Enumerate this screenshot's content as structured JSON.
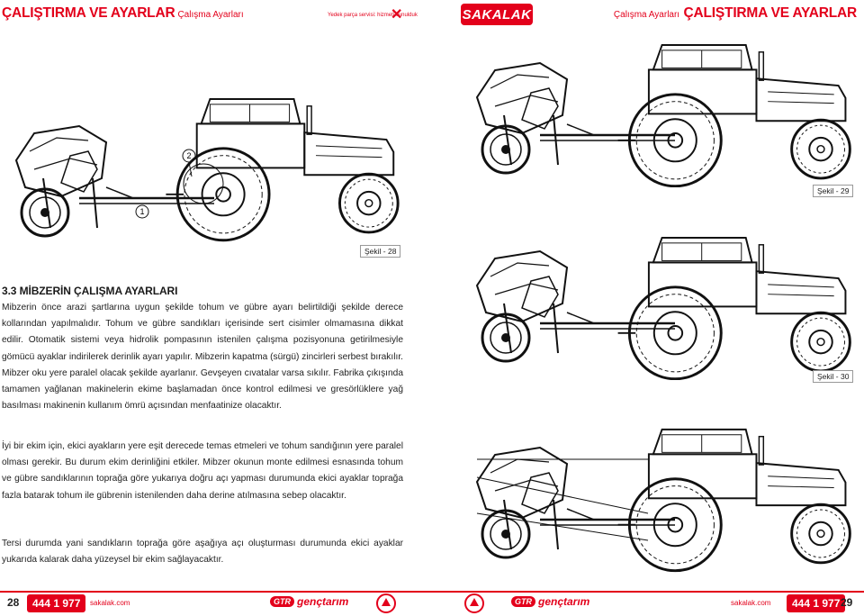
{
  "header": {
    "left_title": "ÇALIŞTIRMA VE AYARLAR",
    "left_subtitle": "Çalışma Ayarları",
    "tagline": "Yedek parça servisi: hizmeti sunulduk",
    "logo": "SAKALAK",
    "right_subtitle": "Çalışma Ayarları",
    "right_title": "ÇALIŞTIRMA VE AYARLAR"
  },
  "figures": {
    "fig28": {
      "label": "Şekil - 28",
      "callout_1": "1",
      "callout_2": "2"
    },
    "fig29": {
      "label": "Şekil - 29"
    },
    "fig30": {
      "label": "Şekil - 30"
    }
  },
  "section": {
    "title": "3.3 MİBZERİN ÇALIŞMA AYARLARI",
    "paragraph_1": "Mibzerin önce arazi şartlarına uygun şekilde tohum ve gübre ayarı belirtildiği şekilde derece kollarından yapılmalıdır. Tohum ve gübre sandıkları içerisinde sert cisimler olmamasına dikkat edilir. Otomatik sistemi veya hidrolik pompasının istenilen çalışma pozisyonuna getirilmesiyle gömücü ayaklar indirilerek derinlik ayarı yapılır. Mibzerin kapatma (sürgü) zincirleri serbest bırakılır. Mibzer oku yere paralel olacak şekilde ayarlanır. Gevşeyen cıvatalar varsa sıkılır. Fabrika çıkışında tamamen yağlanan makinelerin ekime başlamadan önce kontrol edilmesi ve gresörlüklere yağ basılması makinenin kullanım ömrü açısından menfaatinize olacaktır.",
    "paragraph_2": "İyi bir ekim için, ekici ayakların yere eşit derecede temas etmeleri ve tohum sandığının yere paralel olması gerekir. Bu durum ekim derinliğini etkiler. Mibzer okunun monte edilmesi esnasında tohum ve gübre sandıklarının toprağa göre yukarıya doğru açı yapması durumunda ekici ayaklar toprağa fazla batarak tohum ile gübrenin istenilenden daha derine atılmasına sebep olacaktır.",
    "paragraph_3": "Tersi durumda yani sandıkların toprağa göre aşağıya açı oluşturması durumunda ekici ayaklar yukarıda kalarak daha yüzeysel bir ekim sağlayacaktır."
  },
  "footer": {
    "page_left": "28",
    "phone_left": "444 1 977",
    "site_left": "sakalak.com",
    "brand_gtr": "GTR",
    "brand_name": "gençtarım",
    "site_right": "sakalak.com",
    "phone_right": "444 1 977",
    "page_right": "29"
  },
  "colors": {
    "accent": "#e3001b",
    "text": "#222222"
  }
}
